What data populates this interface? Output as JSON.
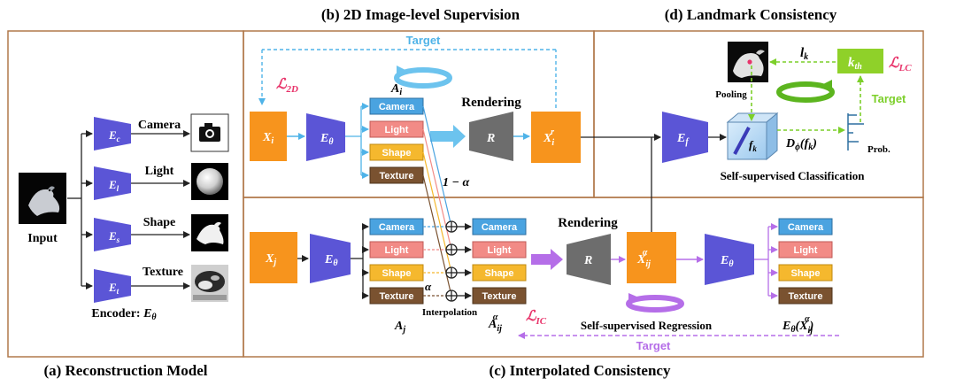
{
  "titles": {
    "b": "(b) 2D Image-level Supervision",
    "d": "(d) Landmark Consistency",
    "a": "(a) Reconstruction Model",
    "c": "(c) Interpolated Consistency"
  },
  "panel_a": {
    "input_label": "Input",
    "encoders": [
      {
        "label": "E",
        "sub": "c",
        "attr": "Camera"
      },
      {
        "label": "E",
        "sub": "l",
        "attr": "Light"
      },
      {
        "label": "E",
        "sub": "s",
        "attr": "Shape"
      },
      {
        "label": "E",
        "sub": "t",
        "attr": "Texture"
      }
    ],
    "encoder_caption": "Encoder: ",
    "encoder_symbol": "E",
    "encoder_symbol_sub": "θ"
  },
  "attrs": [
    "Camera",
    "Light",
    "Shape",
    "Texture"
  ],
  "panel_b": {
    "target": "Target",
    "loss": "ℒ",
    "loss_sub": "2D",
    "xi": "X",
    "xi_sub": "i",
    "enc": "E",
    "enc_sub": "θ",
    "ai": "A",
    "ai_sub": "i",
    "rendering": "Rendering",
    "r": "R",
    "xir": "X",
    "xir_sub": "i",
    "xir_sup": "r",
    "one_minus_alpha": "1 − α"
  },
  "panel_c": {
    "xj": "X",
    "xj_sub": "j",
    "enc": "E",
    "enc_sub": "θ",
    "aj": "A",
    "aj_sub": "j",
    "alpha": "α",
    "interpolation": "Interpolation",
    "aij": "A",
    "aij_sub": "ij",
    "aij_sup": "α",
    "rendering": "Rendering",
    "r": "R",
    "xij": "X",
    "xij_sub": "ij",
    "xij_sup": "α",
    "enc2": "E",
    "enc2_sub": "θ",
    "loss": "ℒ",
    "loss_sub": "IC",
    "regression": "Self-supervised Regression",
    "target": "Target",
    "out_label": "E",
    "out_label_sub": "θ",
    "out_label_arg": "(X",
    "out_label_arg_sub": "ij",
    "out_label_arg_sup": "α",
    "out_label_close": ")"
  },
  "panel_d": {
    "lk": "l",
    "lk_sub": "k",
    "kth": "k",
    "kth_sub": "th",
    "loss": "ℒ",
    "loss_sub": "LC",
    "pooling": "Pooling",
    "target": "Target",
    "ef": "E",
    "ef_sub": "f",
    "fk": "f",
    "fk_sub": "k",
    "dphi": "D",
    "dphi_sub": "ϕ",
    "dphi_arg": "(f",
    "dphi_arg_sub": "k",
    "dphi_close": ")",
    "prob": "Prob.",
    "classification": "Self-supervised Classification"
  },
  "colors": {
    "orange": "#f7941d",
    "encoder": "#5b55d6",
    "renderer": "#6d6d6d",
    "camera": "#4aa3e0",
    "light": "#f28b86",
    "shape": "#f5b82e",
    "texture": "#7a5230",
    "frame": "#b0784a",
    "target_blue": "#4fb3e8",
    "loss_red": "#e8336a",
    "purple": "#b56ee8",
    "green": "#7ccf2a",
    "kth_green": "#8fd129"
  },
  "icons": [
    "camera-icon",
    "sphere-icon",
    "bird-silhouette",
    "texture-map",
    "bird-photo"
  ]
}
